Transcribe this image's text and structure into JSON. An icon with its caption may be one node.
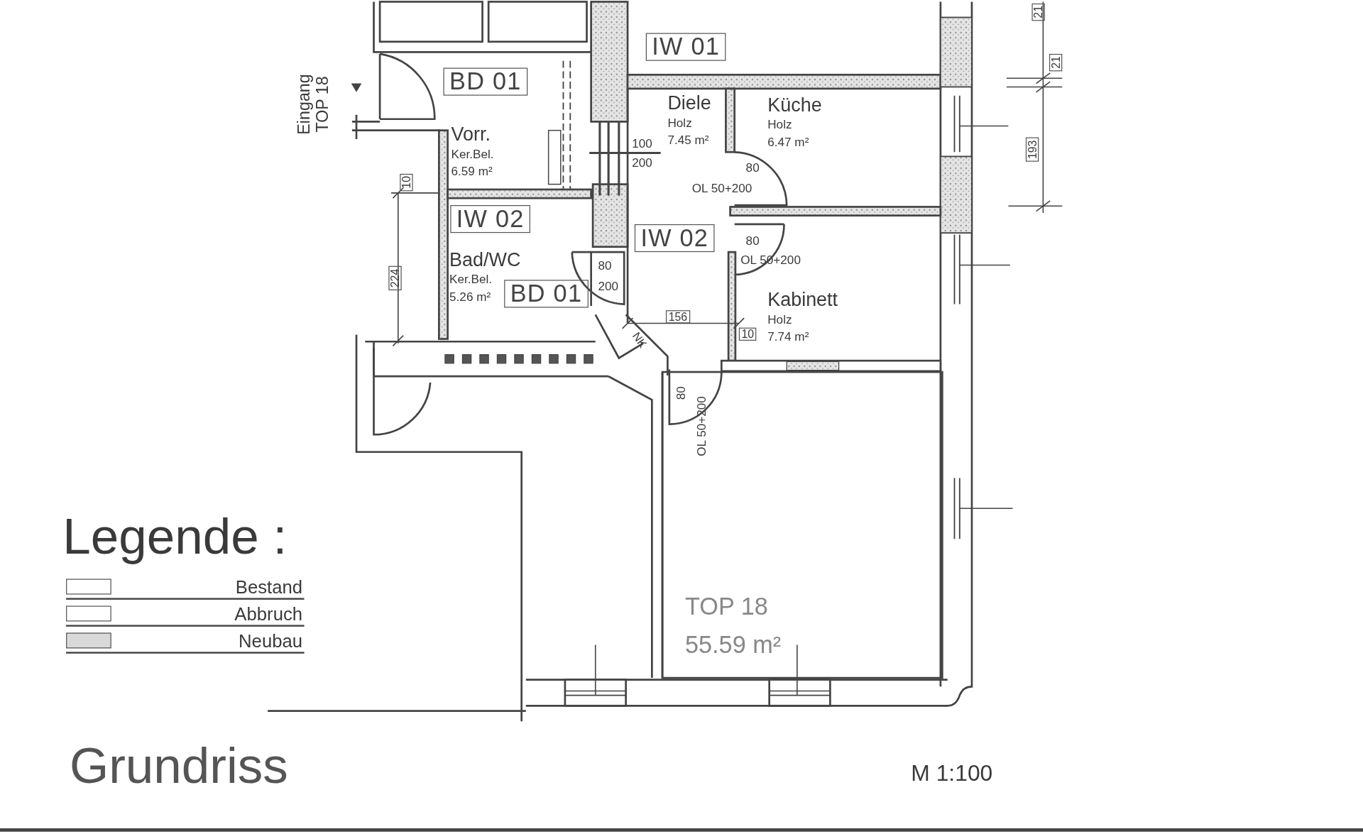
{
  "diagram": {
    "title": "Grundriss",
    "nodes": [
      {
        "text": [
          "IW 01"
        ]
      },
      {
        "text": [
          "Vorr.",
          "Ker.Bel.",
          "6.59 m²"
        ]
      },
      {
        "text": [
          "BD 01"
        ],
        "in": 1
      },
      {
        "text": [
          "Diele",
          "Holz",
          "7.45 m²"
        ]
      },
      {
        "text": [
          "IW 02"
        ],
        "in": 3
      },
      {
        "text": [
          "Küche",
          "Holz",
          "6.47 m²"
        ]
      },
      {
        "text": [
          "Bad/WC",
          "Ker.Bel.",
          "5.26 m²"
        ]
      },
      {
        "text": [
          "IW 02"
        ],
        "in": 6
      },
      {
        "text": [
          "BD 01"
        ],
        "in": 6
      },
      {
        "text": [
          "Kabinett",
          "Holz",
          "7.74 m²"
        ]
      }
    ],
    "edges": [],
    "labels": [
      "Eingang TOP 18",
      "21",
      "21",
      "100",
      "200",
      "80",
      "OL 50+200",
      "193",
      "10",
      "80",
      "OL 50+200",
      "224",
      "80",
      "200",
      "156",
      "10",
      "NK",
      "80",
      "OL 50+200",
      "Legende :",
      "TOP 18",
      "55.59 m²",
      "M 1:100"
    ],
    "legend": [
      {
        "text": "Bestand",
        "color": "#ffffff"
      },
      {
        "text": "Abbruch",
        "color": "#ffffff"
      },
      {
        "text": "Neubau",
        "color": "#d9d9d9"
      }
    ]
  }
}
